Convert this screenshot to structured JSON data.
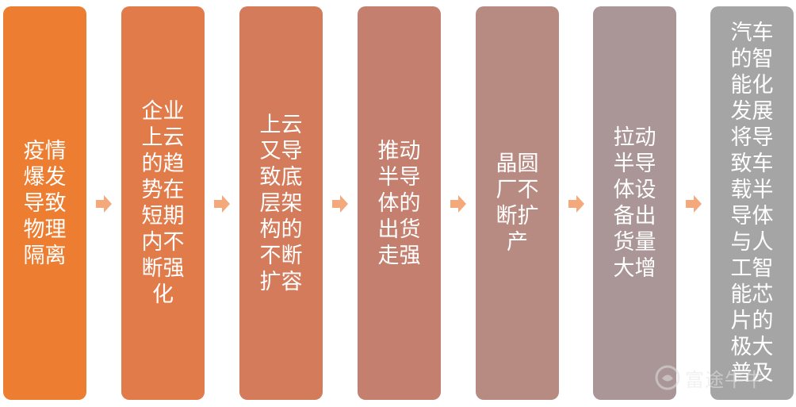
{
  "steps": [
    {
      "text": "疫情爆发导致物理隔离",
      "color": "#ED7D31"
    },
    {
      "text": "企业上云的趋势在短期内不断强化",
      "color": "#E17B4A"
    },
    {
      "text": "上云又导致底层架构的不断扩容",
      "color": "#D37B5B"
    },
    {
      "text": "推动半导体的出货走强",
      "color": "#C47F6E"
    },
    {
      "text": "晶圆厂不断扩产",
      "color": "#B88B82"
    },
    {
      "text": "拉动半导体设备出货量大增",
      "color": "#AA9696"
    },
    {
      "text": "汽车的智能化发展将导致车载半导体与人工智能芯片的极大普及",
      "color": "#A5A5A5"
    }
  ],
  "arrow_color": "#F4A97C",
  "watermark": {
    "text": "富途牛牛",
    "icon": "futu-logo-icon"
  }
}
